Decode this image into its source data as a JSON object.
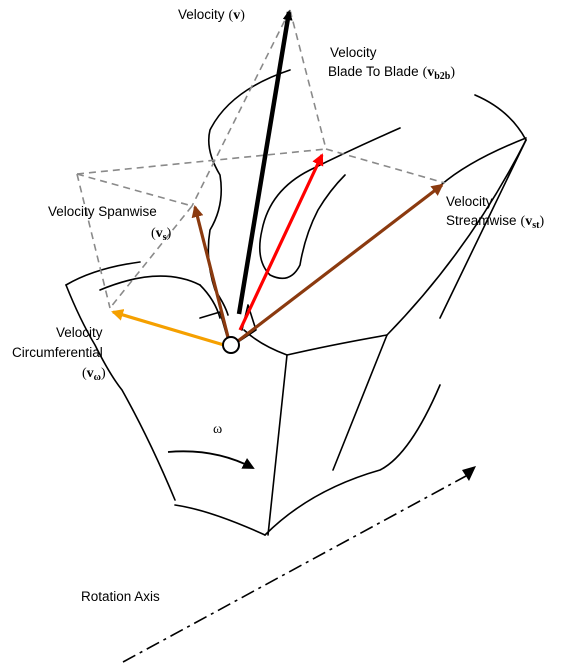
{
  "labels": {
    "velocity": {
      "text": "Velocity",
      "symbol": "v"
    },
    "blade_to_blade": {
      "line1": "Velocity",
      "line2": "Blade To Blade",
      "symbol": "v",
      "subscript": "b2b"
    },
    "spanwise": {
      "line1": "Velocity Spanwise",
      "symbol": "v",
      "subscript": "s"
    },
    "streamwise": {
      "line1": "Velocity",
      "line2": "Streamwise",
      "symbol": "v",
      "subscript": "st"
    },
    "circumferential": {
      "line1": "Velocity",
      "line2": "Circumferential",
      "symbol": "v",
      "subscript": "ω"
    },
    "omega": "ω",
    "rotation_axis": "Rotation Axis"
  },
  "colors": {
    "velocity": "#000000",
    "blade_to_blade": "#ff0000",
    "spanwise": "#8b3a0f",
    "streamwise": "#8b3a0f",
    "circumferential": "#f5a000",
    "construction_lines": "#8a8a8a",
    "geometry": "#000000"
  }
}
